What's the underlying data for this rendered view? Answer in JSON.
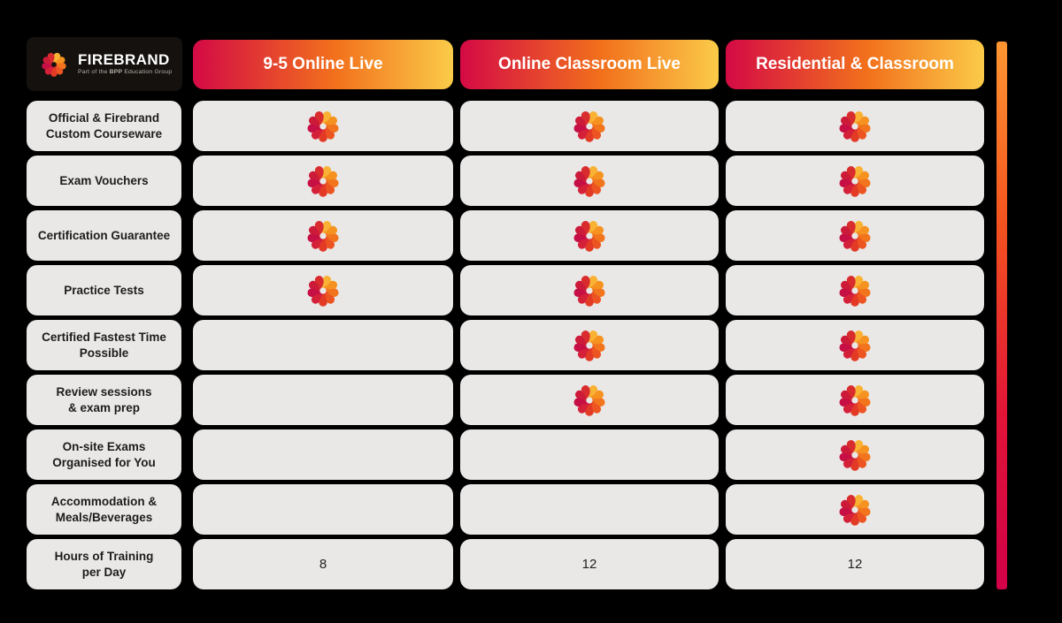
{
  "logo": {
    "brand": "FIREBRAND",
    "tagline_prefix": "Part of the ",
    "tagline_bold": "BPP",
    "tagline_suffix": " Education Group"
  },
  "columns": [
    {
      "label": "9-5 Online Live"
    },
    {
      "label": "Online Classroom Live"
    },
    {
      "label": "Residential & Classroom"
    }
  ],
  "rows": [
    {
      "label": "Official & Firebrand\nCustom Courseware",
      "cells": [
        "icon",
        "icon",
        "icon"
      ]
    },
    {
      "label": "Exam Vouchers",
      "cells": [
        "icon",
        "icon",
        "icon"
      ]
    },
    {
      "label": "Certification Guarantee",
      "cells": [
        "icon",
        "icon",
        "icon"
      ]
    },
    {
      "label": "Practice Tests",
      "cells": [
        "icon",
        "icon",
        "icon"
      ]
    },
    {
      "label": "Certified Fastest Time\nPossible",
      "cells": [
        "",
        "icon",
        "icon"
      ]
    },
    {
      "label": "Review sessions\n& exam prep",
      "cells": [
        "",
        "icon",
        "icon"
      ]
    },
    {
      "label": "On-site Exams\nOrganised for You",
      "cells": [
        "",
        "",
        "icon"
      ]
    },
    {
      "label": "Accommodation &\nMeals/Beverages",
      "cells": [
        "",
        "",
        "icon"
      ]
    },
    {
      "label": "Hours of Training\nper Day",
      "cells": [
        "8",
        "12",
        "12"
      ]
    }
  ],
  "icons": {
    "cell_icon_name": "firebrand-swirl-icon"
  },
  "colors": {
    "canvas_bg": "#000000",
    "logo_box_bg": "#14110E",
    "cell_bg": "#E9E8E6",
    "label_text": "#1D1C1A",
    "header_text": "#FFFFFF",
    "header_gradient": [
      "#D40A45",
      "#F2711C",
      "#FBCB49"
    ],
    "side_bar_gradient": [
      "#FF9632",
      "#F4551F",
      "#E11437",
      "#D10048"
    ],
    "swirl_petals": [
      "#F9B233",
      "#F69220",
      "#F2751E",
      "#EC5522",
      "#E33A26",
      "#D5203A",
      "#C60F44",
      "#CC1A39",
      "#D92C2E"
    ]
  }
}
